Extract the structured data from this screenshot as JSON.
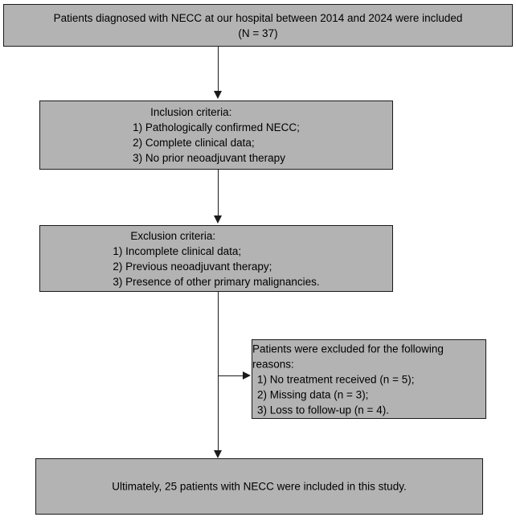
{
  "diagram": {
    "type": "flowchart",
    "title": "Patient selection flow diagram",
    "fill_color": "#b3b3b3",
    "border_color": "#1a1a1a",
    "nodes": {
      "enrollment": {
        "line1": "Patients diagnosed with NECC at our hospital between 2014 and 2024 were included",
        "line2": "(N = 37)"
      },
      "inclusion": {
        "heading": "Inclusion criteria:",
        "items": [
          "1) Pathologically confirmed NECC;",
          "2) Complete clinical data;",
          "3) No prior neoadjuvant therapy"
        ]
      },
      "exclusion": {
        "heading": "Exclusion criteria:",
        "items": [
          "1) Incomplete clinical data;",
          "2) Previous neoadjuvant therapy;",
          "3) Presence of other primary malignancies."
        ]
      },
      "excluded_reasons": {
        "heading": "Patients were excluded for the following reasons:",
        "items": [
          "1) No treatment received (n = 5);",
          "2) Missing data (n = 3);",
          "3) Loss to follow-up (n = 4)."
        ]
      },
      "final": {
        "text": "Ultimately, 25 patients with NECC were included in this study."
      }
    }
  }
}
